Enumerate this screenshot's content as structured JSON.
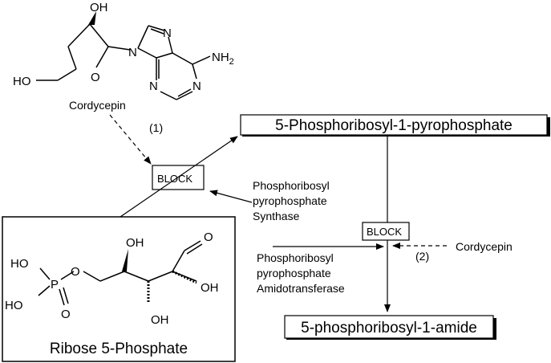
{
  "cordycepin": {
    "name": "Cordycepin",
    "atoms": {
      "oh_top": "OH",
      "ho_left": "HO",
      "o_ring": "O",
      "n_imidazole": "N",
      "n_left": "N",
      "n_bottom": "N",
      "n_right": "N",
      "nh2_base": "NH",
      "nh2_sub": "2"
    }
  },
  "step1": {
    "marker": "(1)",
    "block": "BLOCK"
  },
  "prpp": {
    "name": "5-Phosphoribosyl-1-pyrophosphate"
  },
  "synthase": {
    "line1": "Phosphoribosyl",
    "line2": "pyrophosphate",
    "line3": "Synthase"
  },
  "step2": {
    "marker": "(2)",
    "block": "BLOCK",
    "inhibitor": "Cordycepin"
  },
  "amidotransferase": {
    "line1": "Phosphoribosyl",
    "line2": "pyrophosphate",
    "line3": "Amidotransferase"
  },
  "amide": {
    "name": "5-phosphoribosyl-1-amide"
  },
  "ribose": {
    "name": "Ribose 5-Phosphate",
    "atoms": {
      "ho_top": "HO",
      "ho_bottom": "HO",
      "p": "P",
      "o_link": "O",
      "o_dbl": "O",
      "oh_c4": "OH",
      "oh_c3": "OH",
      "oh_c2": "OH",
      "o_ald": "O"
    }
  }
}
